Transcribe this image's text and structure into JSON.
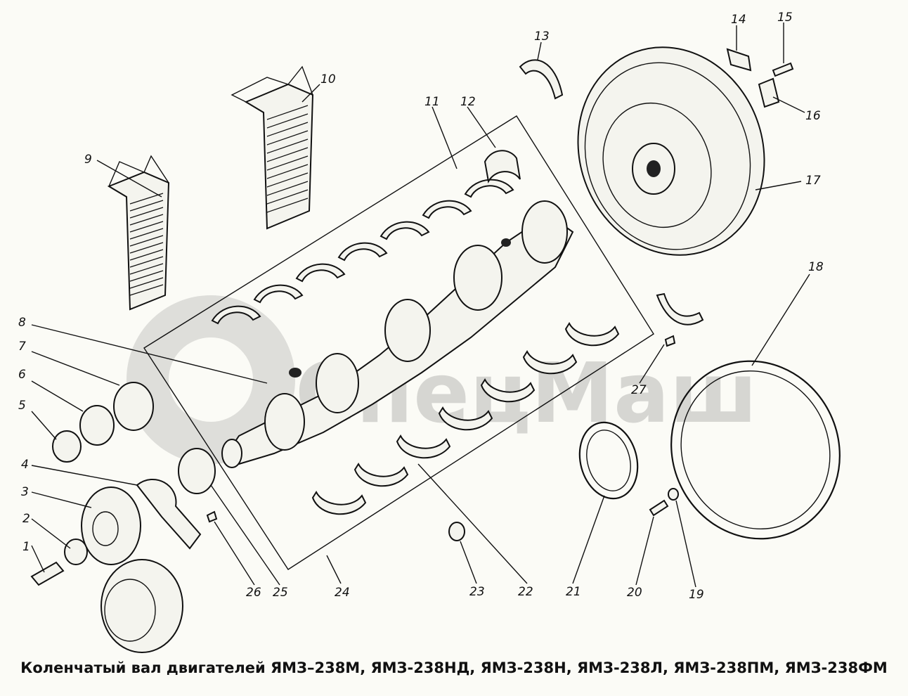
{
  "caption": "Коленчатый вал двигателей ЯМЗ–238М, ЯМЗ-238НД, ЯМЗ-238Н, ЯМЗ-238Л, ЯМЗ-238ПМ, ЯМЗ-238ФМ",
  "watermark": "СпецМаш",
  "callouts": [
    "1",
    "2",
    "3",
    "4",
    "5",
    "6",
    "7",
    "8",
    "9",
    "10",
    "11",
    "12",
    "13",
    "14",
    "15",
    "16",
    "17",
    "18",
    "19",
    "20",
    "21",
    "22",
    "23",
    "24",
    "25",
    "26",
    "27"
  ],
  "colors": {
    "ink": "#111111",
    "paper": "#fbfbf6",
    "watermark": "#888888"
  }
}
